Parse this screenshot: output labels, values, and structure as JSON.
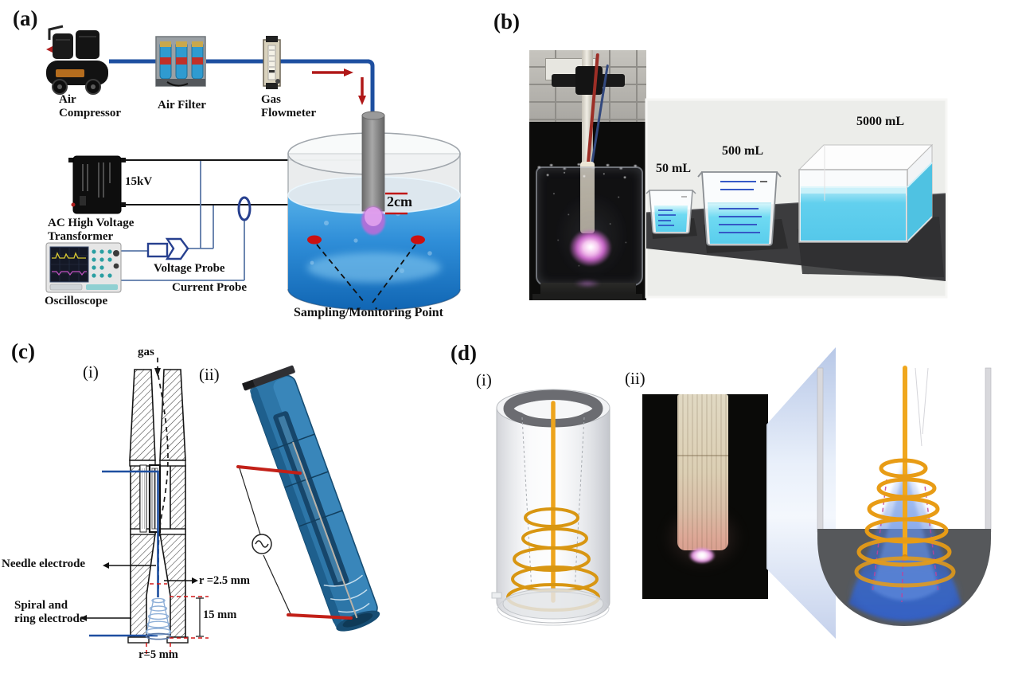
{
  "figure": {
    "panel_a": {
      "label": "(a)",
      "air_compressor_label": "Air\nCompressor",
      "air_filter_label": "Air Filter",
      "gas_flowmeter_label": "Gas\nFlowmeter",
      "voltage_label": "15kV",
      "transformer_label": "AC High Voltage\nTransformer",
      "oscilloscope_label": "Oscilloscope",
      "voltage_probe_label": "Voltage Probe",
      "current_probe_label": "Current Probe",
      "depth_label": "2cm",
      "sampling_label": "Sampling/Monitoring Point"
    },
    "panel_b": {
      "label": "(b)",
      "beaker_small_label": "50 mL",
      "beaker_medium_label": "500 mL",
      "tank_label": "5000 mL"
    },
    "panel_c": {
      "label": "(c)",
      "sub_i_label": "(i)",
      "sub_ii_label": "(ii)",
      "gas_label": "gas",
      "needle_label": "Needle electrode",
      "spiral_label": "Spiral and\nring electrode",
      "radius_inner_label": "r =2.5 mm",
      "height_label": "15 mm",
      "radius_outer_label": "r=5 mm"
    },
    "panel_d": {
      "label": "(d)",
      "sub_i_label": "(i)",
      "sub_ii_label": "(ii)"
    },
    "colors": {
      "pipe_blue": "#1e4fa0",
      "wire_black": "#151515",
      "arrow_red": "#b01818",
      "water_blue": "#1b7fd0",
      "water_cyan": "#5fd4ef",
      "plasma_violet": "#c478d8",
      "electrode_gray": "#8a8a8a",
      "nozzle_steel_blue": "#2d76a8",
      "spiral_gold": "#e89c15",
      "glow_blue": "#3a6fd4",
      "table_dark": "#3e3e40",
      "illustration_bg": "#ecedea"
    }
  }
}
